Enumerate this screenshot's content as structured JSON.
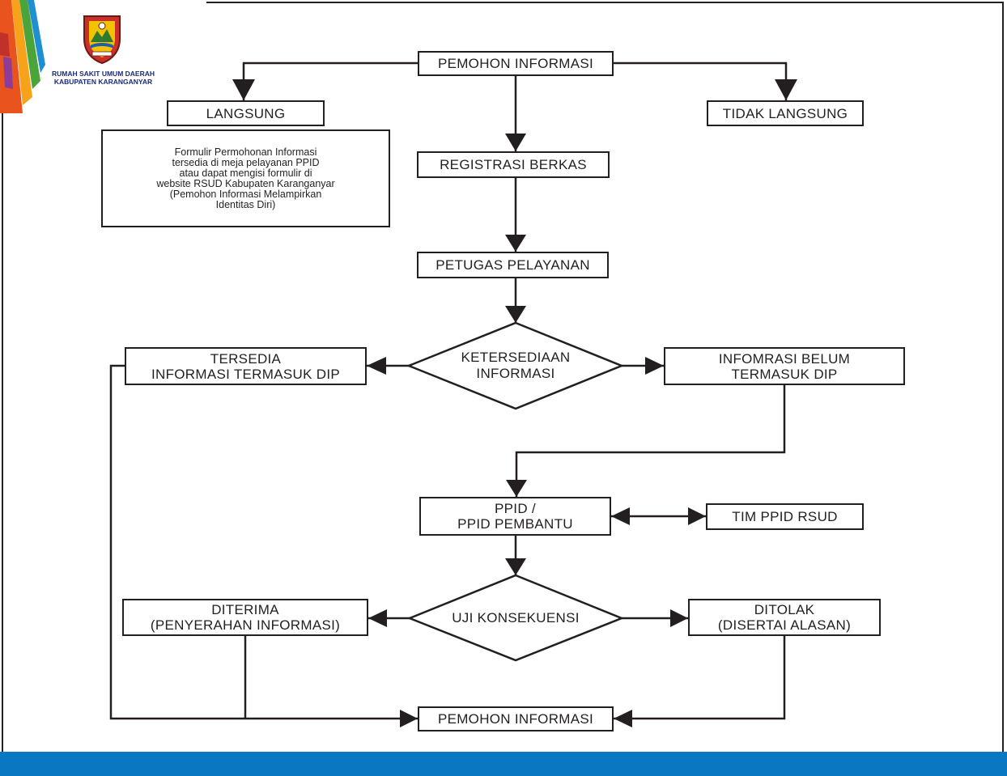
{
  "header": {
    "org_line1": "RUMAH SAKIT UMUM DAERAH",
    "org_line2": "KABUPATEN KARANGANYAR"
  },
  "flow": {
    "start": "PEMOHON INFORMASI",
    "langsung": "LANGSUNG",
    "tidak_langsung": "TIDAK LANGSUNG",
    "formulir_note": [
      "Formulir Permohonan Informasi",
      "tersedia di meja pelayanan PPID",
      "atau dapat mengisi formulir di",
      "website RSUD Kabupaten Karanganyar",
      "(Pemohon Informasi Melampirkan",
      "Identitas Diri)"
    ],
    "registrasi": "REGISTRASI BERKAS",
    "petugas": "PETUGAS PELAYANAN",
    "ketersediaan": [
      "KETERSEDIAAN",
      "INFORMASI"
    ],
    "tersedia": [
      "TERSEDIA",
      "INFORMASI TERMASUK DIP"
    ],
    "belum": [
      "INFOMRASI BELUM",
      "TERMASUK DIP"
    ],
    "ppid": [
      "PPID /",
      "PPID PEMBANTU"
    ],
    "tim_ppid": "TIM PPID RSUD",
    "uji": "UJI KONSEKUENSI",
    "diterima": [
      "DITERIMA",
      "(PENYERAHAN INFORMASI)"
    ],
    "ditolak": [
      "DITOLAK",
      "(DISERTAI ALASAN)"
    ],
    "end": "PEMOHON INFORMASI"
  },
  "colors": {
    "line": "#231f20",
    "bottom_bar": "#0a77c2",
    "org_text": "#1b2a78"
  }
}
